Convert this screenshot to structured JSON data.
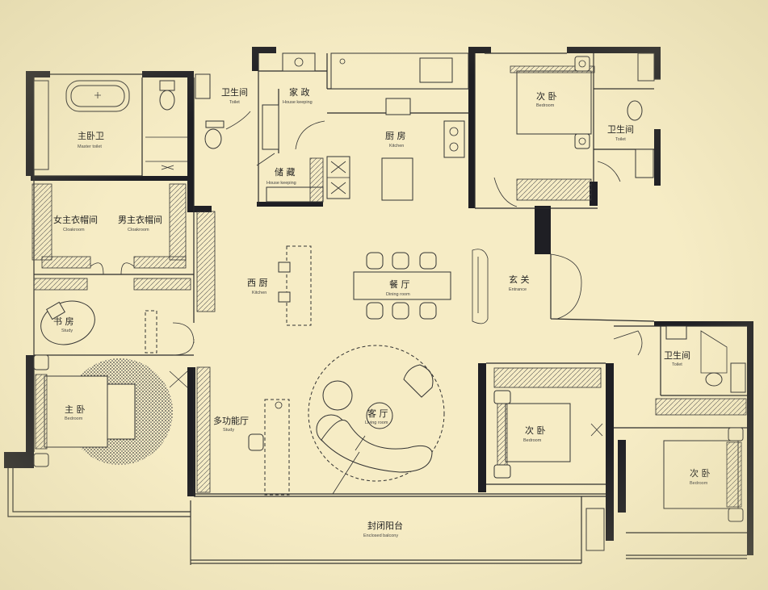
{
  "rooms": {
    "master_toilet": {
      "zh": "主卧卫",
      "en": "Master toilet"
    },
    "toilet_a": {
      "zh": "卫生间",
      "en": "Toilet"
    },
    "housekeeping_a": {
      "zh": "家 政",
      "en": "House keeping"
    },
    "kitchen": {
      "zh": "厨 房",
      "en": "Kitchen"
    },
    "bedroom_ne": {
      "zh": "次 卧",
      "en": "Bedroom"
    },
    "toilet_ne": {
      "zh": "卫生间",
      "en": "Toilet"
    },
    "storage": {
      "zh": "储 藏",
      "en": "House keeping"
    },
    "cloak_f": {
      "zh": "女主衣帽间",
      "en": "Cloakroom"
    },
    "cloak_m": {
      "zh": "男主衣帽间",
      "en": "Cloakroom"
    },
    "west_kitchen": {
      "zh": "西 厨",
      "en": "Kitchen"
    },
    "dining": {
      "zh": "餐 厅",
      "en": "Dining room"
    },
    "entrance": {
      "zh": "玄 关",
      "en": "Entrance"
    },
    "study": {
      "zh": "书 房",
      "en": "Study"
    },
    "master_bed": {
      "zh": "主 卧",
      "en": "Bedroom"
    },
    "multi": {
      "zh": "多功能厅",
      "en": "Study"
    },
    "living": {
      "zh": "客 厅",
      "en": "Living room"
    },
    "toilet_se": {
      "zh": "卫生间",
      "en": "Toilet"
    },
    "bedroom_s": {
      "zh": "次 卧",
      "en": "Bedroom"
    },
    "bedroom_se": {
      "zh": "次 卧",
      "en": "Bedroom"
    },
    "balcony": {
      "zh": "封闭阳台",
      "en": "Enclosed balcony"
    }
  },
  "colors": {
    "background": "#f6ecc5",
    "wall": "#1f1f24",
    "line": "#2a2a2a"
  }
}
